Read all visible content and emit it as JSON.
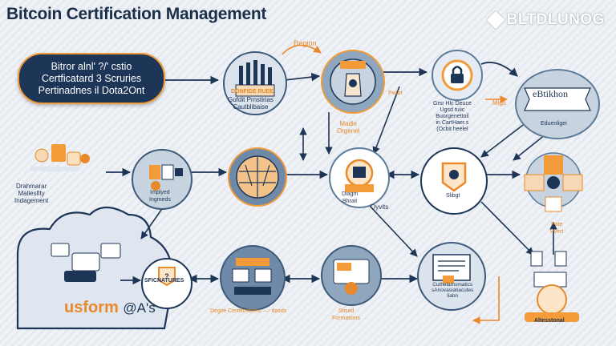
{
  "header": {
    "title": "Bitcoin Certification Management",
    "brand": "BLTDLUNOG"
  },
  "pill": {
    "lines": [
      "Bitror alnl' ?/' cstio",
      "Certficatard 3 Scruries",
      "Pertinadnes il Dota2Ont"
    ]
  },
  "labels": {
    "region": "Region",
    "domain_box": "DONFIDE RUEE",
    "pubcase": "Gufdit Prnstirias\nCautblibaise",
    "madle_orgenel": "Madle\nOrgenel",
    "pwtbt": "Pwtbt",
    "hosbtarcas": "Grsr Hlc Deuce\nUgsd tuiic\nBuorgenettoil\nin CartHaer.s\n(Ocbit heelel",
    "migs": "Migs",
    "ebitkhon": "eBtikhon",
    "eduenligei": "Eduenligei",
    "drahmarar": "Drahmarar\nMallesfity\nIndagement",
    "implyed": "Implyed\nIngmeds",
    "diagm_bit": "Diagm\nBhrait",
    "oyvits": "Oyvits",
    "slibgt": "Slibgt",
    "pate": "Pate\nPvert",
    "sficnatures": "SFICNATURES",
    "degite_cert": "Degite Certiftostoms —- dasds",
    "stisad_formations": "Stisad\nFormations",
    "cuthelamsmatics": "Cuthelamsmatics\nsAnovasiatiacutes\nliabn",
    "altesstonal": "Altesstonal",
    "usform": "usform",
    "usform_tail": "@A's"
  },
  "colors": {
    "navy": "#1d3557",
    "orange": "#f29b38",
    "steel": "#5c7b9a",
    "light": "#dce3ec"
  },
  "icons": [
    "bank-icon",
    "certificate-icon",
    "lock-icon",
    "shield-icon",
    "gear-icon",
    "cloud-icon",
    "document-icon",
    "user-icon",
    "globe-icon",
    "server-icon"
  ]
}
